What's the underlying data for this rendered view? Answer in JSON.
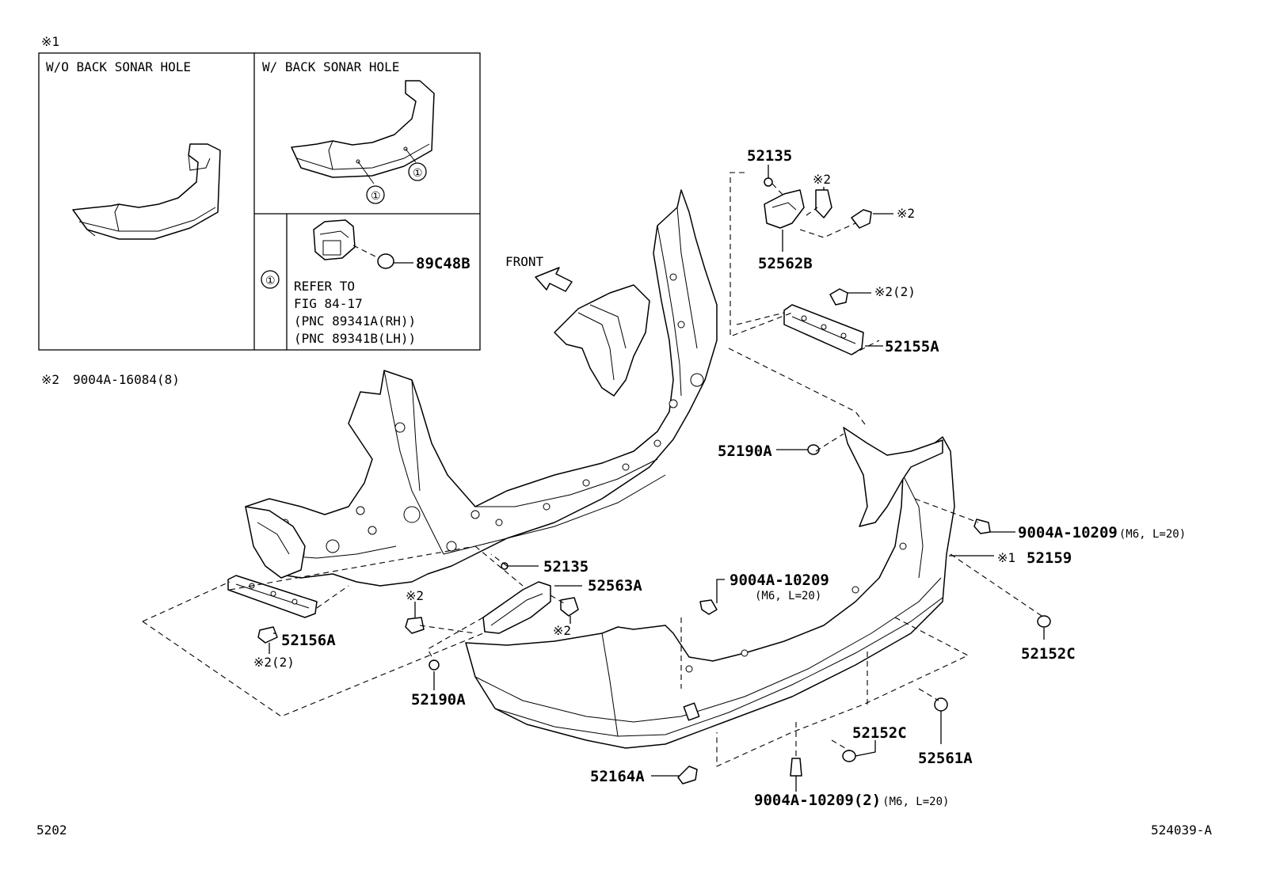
{
  "inset": {
    "marker": "※1",
    "panel_left_title": "W/O BACK SONAR HOLE",
    "panel_right_title": "W/ BACK SONAR HOLE",
    "circle_ref": "①",
    "sensor_part": "89C48B",
    "refer_lines": [
      "REFER TO",
      "FIG 84-17",
      "(PNC 89341A(RH))",
      "(PNC 89341B(LH))"
    ]
  },
  "note2": {
    "marker": "※2",
    "part": "9004A-16084(8)"
  },
  "front_label": "FRONT",
  "labels": {
    "p52135_top": "52135",
    "p52562B": "52562B",
    "star2_a": "※2",
    "star2_b": "※2",
    "star2_c": "※2(2)",
    "p52155A": "52155A",
    "p52190A_right": "52190A",
    "p9004A_right": "9004A-10209",
    "p9004A_right_spec": "(M6, L=20)",
    "star1_b": "※1",
    "p52159": "52159",
    "p52135_mid": "52135",
    "p52563A": "52563A",
    "p9004A_mid": "9004A-10209",
    "p9004A_mid_spec": "(M6, L=20)",
    "star2_d": "※2",
    "star2_e": "※2",
    "p52156A": "52156A",
    "star2_f": "※2(2)",
    "p52190A_left": "52190A",
    "p52152C_right": "52152C",
    "p52152C_mid": "52152C",
    "p52561A": "52561A",
    "p52164A": "52164A",
    "p9004A_bottom": "9004A-10209(2)",
    "p9004A_bottom_spec": "(M6, L=20)"
  },
  "footer": {
    "left": "5202",
    "right": "524039-A"
  }
}
